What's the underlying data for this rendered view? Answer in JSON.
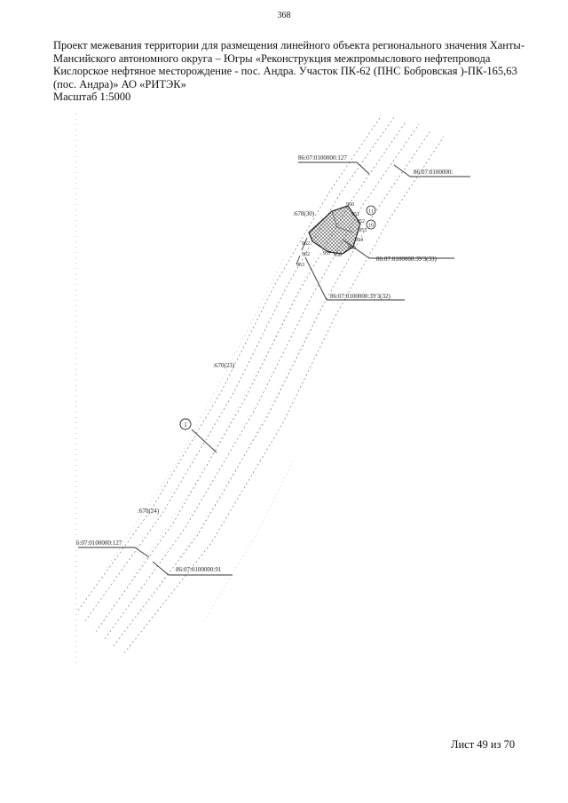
{
  "page_number": "368",
  "title": "Проект межевания  территории для размещения линейного объекта регионального значения Ханты-Мансийского автономного округа – Югры  «Реконструкция межпромыслового нефтепровода Кислорское нефтяное месторождение - пос. Андра. Участок ПК-62 (ПНС Бобровская )-ПК-165,63 (пос. Андра)» АО «РИТЭК»",
  "scale": "Масштаб 1:5000",
  "map": {
    "labels": {
      "parcel_127_top": "86:07:0100000:127",
      "parcel_right_top": "86:07:0100000:",
      "parcel_678_30": ":678(30)",
      "parcel_zu3_33": "86:07:0100000:ЗУ3(33)",
      "parcel_zu3_32": "86:07:0100000:ЗУ3(32)",
      "parcel_670_23": ":670(23)",
      "parcel_670_24": ":670(24)",
      "parcel_127_bottom": "6:07:0100000:127",
      "parcel_91": "86:07:0100000:91"
    },
    "points": {
      "p950": "950",
      "p951": "951",
      "p952": "952",
      "p953": "953",
      "p954": "954",
      "p955": "955",
      "p956": "956",
      "p957": "957",
      "p962": "962",
      "p962b": "962",
      "p963": "963"
    },
    "markers": {
      "m1": "1",
      "m11": "11",
      "m10": "10"
    }
  },
  "footer": "Лист 49 из 70"
}
